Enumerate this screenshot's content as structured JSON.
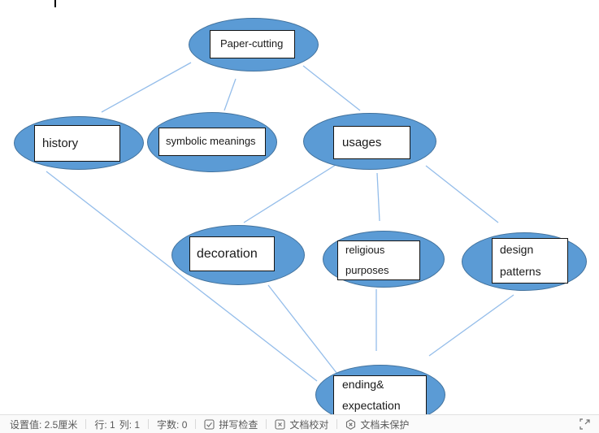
{
  "diagram": {
    "title_node": "Paper-cutting",
    "nodes": [
      {
        "id": "paper-cutting",
        "label": "Paper-cutting"
      },
      {
        "id": "history",
        "label": "history"
      },
      {
        "id": "symbolic-meanings",
        "label": "symbolic meanings"
      },
      {
        "id": "usages",
        "label": "usages"
      },
      {
        "id": "decoration",
        "label": "decoration"
      },
      {
        "id": "religious-purposes",
        "label": "religious\npurposes"
      },
      {
        "id": "design-patterns",
        "label": "design\npatterns"
      },
      {
        "id": "ending-expectation",
        "label": "ending&\nexpectation"
      }
    ],
    "edges": [
      {
        "from": "Paper-cutting",
        "to": "history"
      },
      {
        "from": "Paper-cutting",
        "to": "symbolic meanings"
      },
      {
        "from": "Paper-cutting",
        "to": "usages"
      },
      {
        "from": "usages",
        "to": "decoration"
      },
      {
        "from": "usages",
        "to": "religious purposes"
      },
      {
        "from": "usages",
        "to": "design patterns"
      },
      {
        "from": "history",
        "to": "ending&expectation"
      },
      {
        "from": "decoration",
        "to": "ending&expectation"
      },
      {
        "from": "religious purposes",
        "to": "ending&expectation"
      },
      {
        "from": "design patterns",
        "to": "ending&expectation"
      }
    ]
  },
  "status_bar": {
    "setting_value": "设置值: 2.5厘米",
    "line": "行: 1",
    "column": "列: 1",
    "word_count": "字数: 0",
    "spell_check": "拼写检查",
    "document_proofing": "文档校对",
    "document_protection": "文档未保护",
    "icons": {
      "spell_check": "checkbox-check-icon",
      "document_proofing": "box-x-icon",
      "document_protection": "hexagon-x-icon",
      "expand": "fullscreen-expand-icon"
    }
  },
  "colors": {
    "node_fill": "#5b9bd5",
    "node_border": "#41719c",
    "connector": "#94bdea",
    "label_box_border": "#151515",
    "status_text": "#595959"
  }
}
